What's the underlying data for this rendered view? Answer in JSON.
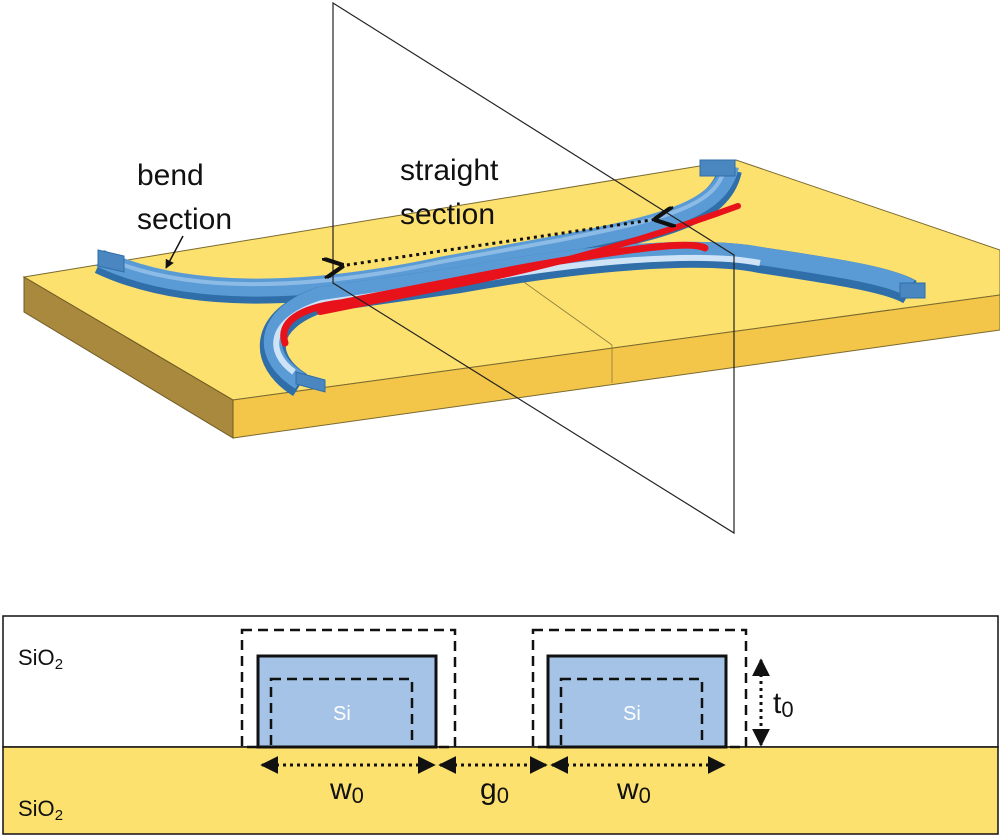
{
  "top": {
    "label_bend_line1": "bend",
    "label_bend_line2": "section",
    "label_straight_line1": "straight",
    "label_straight_line2": "section"
  },
  "cross_section": {
    "oxide_top": {
      "base": "SiO",
      "sub": "2"
    },
    "oxide_bottom": {
      "base": "SiO",
      "sub": "2"
    },
    "core_left": "Si",
    "core_right": "Si",
    "dim_t": {
      "base": "t",
      "sub": "0"
    },
    "dim_w_left": {
      "base": "w",
      "sub": "0"
    },
    "dim_g": {
      "base": "g",
      "sub": "0"
    },
    "dim_w_right": {
      "base": "w",
      "sub": "0"
    }
  },
  "colors": {
    "substrate_top": "#fde16e",
    "substrate_front": "#f3c64a",
    "substrate_side": "#a8893d",
    "waveguide": "#5b9bd5",
    "waveguide_dark": "#2f6ea8",
    "mode": "#e8121a",
    "core_fill": "#a4c3e6"
  }
}
